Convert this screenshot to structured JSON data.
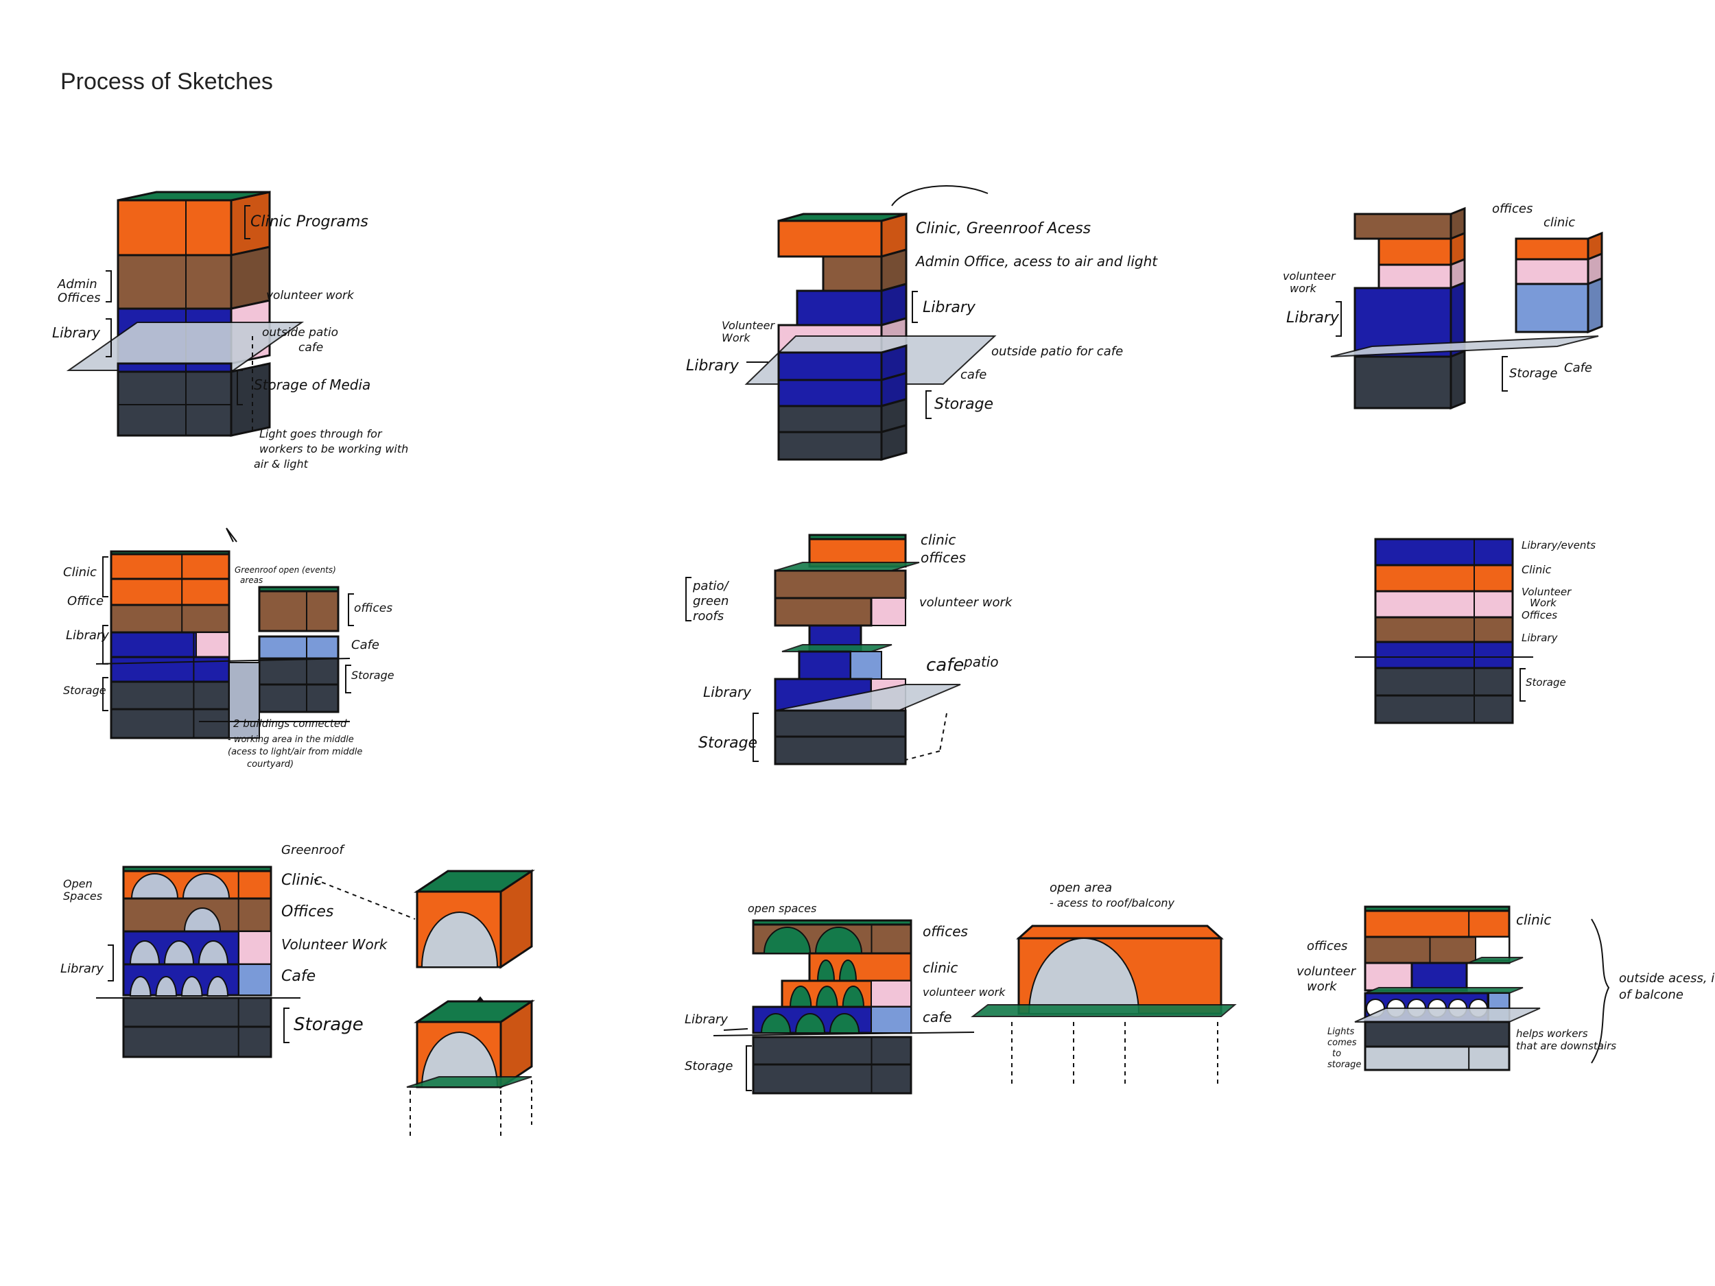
{
  "title": "Process of Sketches",
  "colors": {
    "clinic": "#f06418",
    "offices": "#8a5a3c",
    "library": "#1c1ea8",
    "volunteer": "#f2c4d8",
    "cafe": "#7a9ad8",
    "storage": "#363d48",
    "greenroof": "#147a4a",
    "patio": "#c4ccd6"
  },
  "sketches": [
    {
      "id": 1,
      "labels": [
        "Clinic Programs",
        "Admin Offices",
        "volunteer work",
        "Library",
        "outside patio",
        "cafe",
        "Storage of Media",
        "Light goes through for workers to be working with air & light"
      ]
    },
    {
      "id": 2,
      "labels": [
        "Clinic, Greenroof Acess",
        "Admin Office, acess to air and light",
        "Library",
        "Volunteer Work",
        "Library",
        "outside patio for cafe",
        "cafe",
        "Storage"
      ]
    },
    {
      "id": 3,
      "labels": [
        "offices",
        "clinic",
        "volunteer work",
        "Library",
        "Storage",
        "Cafe"
      ]
    },
    {
      "id": 4,
      "labels": [
        "Clinic",
        "Greenroof open (events) areas",
        "Office",
        "offices",
        "Library",
        "Cafe",
        "Storage",
        "Storage",
        "2 buildings connected",
        "working area in the middle (access to light/air from middle courtyard)"
      ]
    },
    {
      "id": 5,
      "labels": [
        "clinic",
        "offices",
        "patio/ green roofs",
        "volunteer work",
        "cafe",
        "patio",
        "Library",
        "Storage"
      ]
    },
    {
      "id": 6,
      "labels": [
        "Library/events",
        "Clinic",
        "Volunteer Work",
        "Offices",
        "Library",
        "Storage"
      ]
    },
    {
      "id": 7,
      "labels": [
        "Greenroof",
        "Open Spaces",
        "Clinic",
        "Offices",
        "Volunteer Work",
        "Library",
        "Cafe",
        "Storage"
      ]
    },
    {
      "id": 8,
      "labels": [
        "open spaces",
        "offices",
        "clinic",
        "volunteer work",
        "cafe",
        "Library",
        "Storage",
        "open area - acess to roof/balcony"
      ]
    },
    {
      "id": 9,
      "labels": [
        "clinic",
        "offices",
        "volunteer work",
        "outside acess, idea of balcone",
        "Lights comes to storage",
        "helps workers that are downstairs"
      ]
    }
  ]
}
